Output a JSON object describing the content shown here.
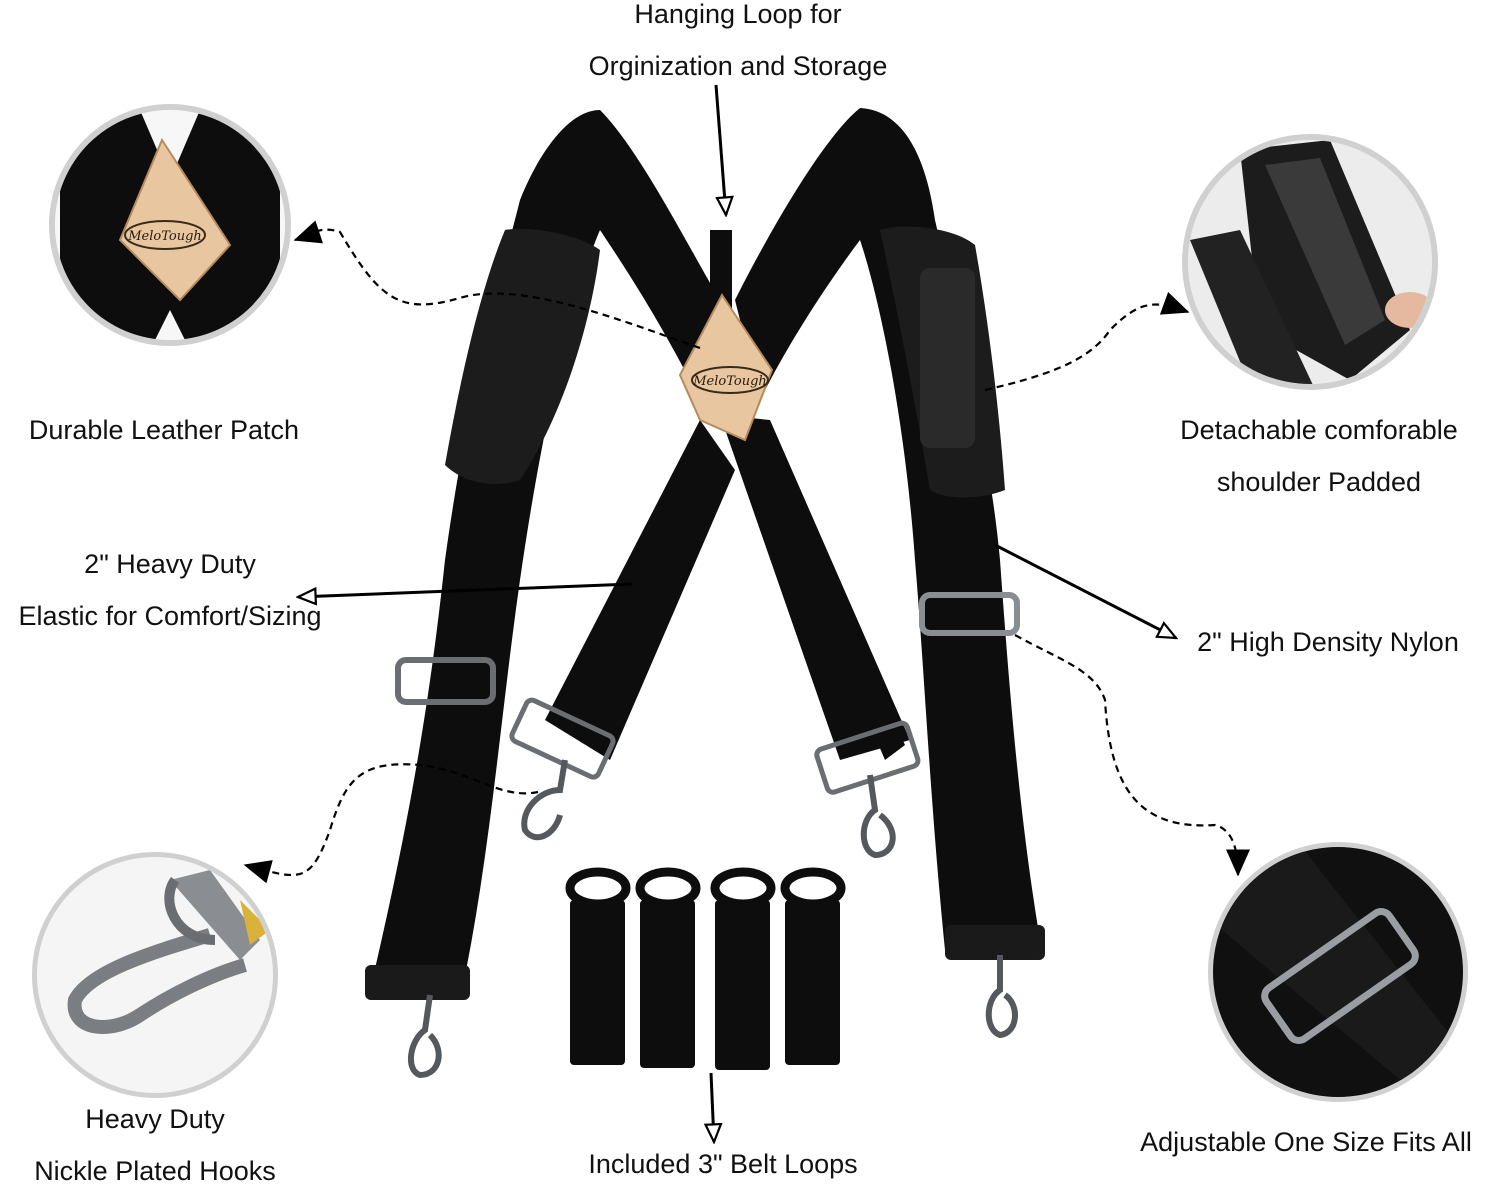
{
  "logo_text": "MeloTough",
  "callouts": {
    "hanging_loop": [
      "Hanging Loop for",
      "Orginization and Storage"
    ],
    "leather_patch": [
      "Durable Leather Patch"
    ],
    "shoulder_pad": [
      "Detachable comforable",
      "shoulder Padded"
    ],
    "elastic": [
      "2\" Heavy Duty",
      "Elastic for Comfort/Sizing"
    ],
    "nylon": [
      "2\" High Density Nylon"
    ],
    "hooks": [
      "Heavy Duty",
      "Nickle Plated Hooks"
    ],
    "belt_loops": [
      "Included 3\" Belt Loops"
    ],
    "adjustable": [
      "Adjustable One Size Fits All"
    ]
  },
  "colors": {
    "strap": "#0d0d0d",
    "pad": "#1c1c1c",
    "leather": "#e8c7a0",
    "metal": "#8a8d92",
    "inset_border": "#c9c9c9"
  }
}
